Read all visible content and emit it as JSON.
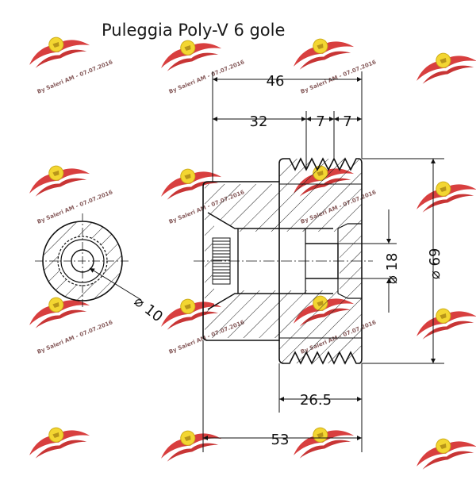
{
  "title": "Puleggia Poly-V 6 gole",
  "dimensions": {
    "overall_width": "46",
    "hub_length": "32",
    "groove_pitch_a": "7",
    "groove_pitch_b": "7",
    "bore_diameter": "⌀ 18",
    "outer_diameter": "⌀ 69",
    "belt_width": "26.5",
    "total_length": "53",
    "spline_diameter": "⌀ 10"
  },
  "watermark": {
    "text": "By Saleri AM - 07.07.2016"
  },
  "colors": {
    "line": "#111111",
    "hatch": "#222222",
    "watermark_red": "#d42a2a",
    "watermark_yellow": "#f2d21a"
  }
}
